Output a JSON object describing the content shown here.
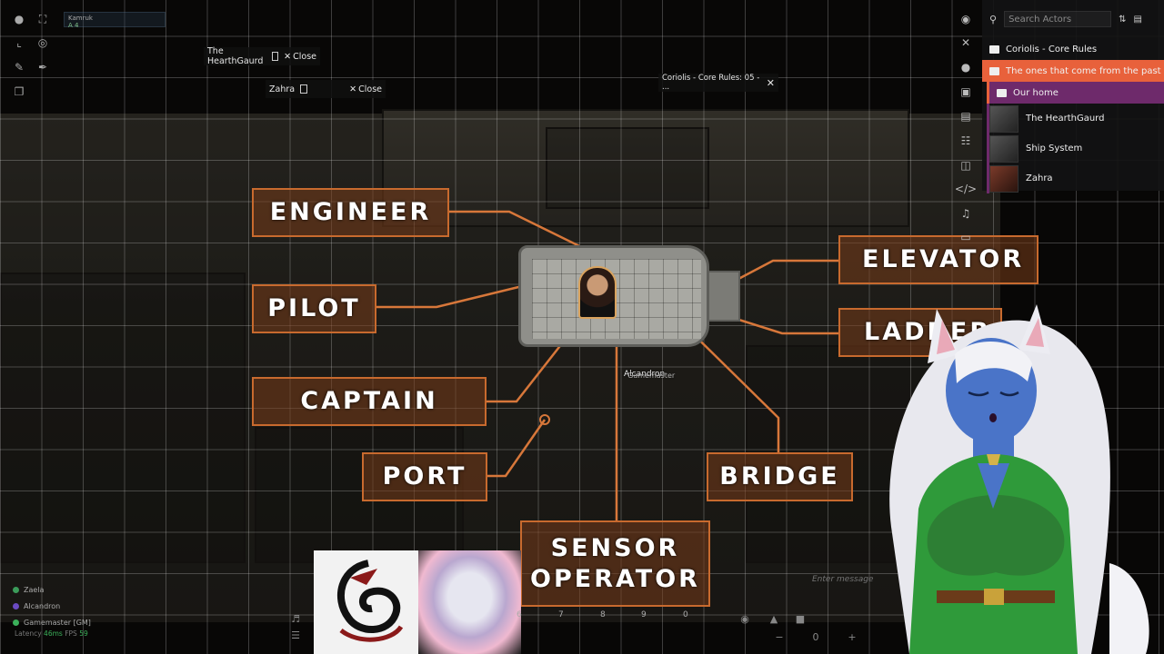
{
  "top_left": {
    "player_name": "Kamruk",
    "player_stats": "A  4"
  },
  "popouts": [
    {
      "title": "The HearthGaurd",
      "close_label": "Close"
    },
    {
      "title": "Zahra",
      "close_label": "Close"
    }
  ],
  "journal_popout": {
    "title": "Coriolis - Core Rules: 05 - ..."
  },
  "map_labels": {
    "engineer": "ENGINEER",
    "pilot": "PILOT",
    "captain": "CAPTAIN",
    "port": "PORT",
    "sensor_operator_line1": "SENSOR",
    "sensor_operator_line2": "OPERATOR",
    "bridge": "BRIDGE",
    "elevator": "ELEVATOR",
    "ladder": "LADDER"
  },
  "token": {
    "name": "Alcandron",
    "subtitle": "Gamemaster"
  },
  "sidebar": {
    "search_placeholder": "Search Actors",
    "folders": [
      {
        "name": "Coriolis - Core Rules"
      },
      {
        "name": "The ones that come from the past"
      },
      {
        "name": "Our home"
      }
    ],
    "actors": [
      {
        "name": "The HearthGaurd"
      },
      {
        "name": "Ship System"
      },
      {
        "name": "Zahra"
      }
    ]
  },
  "players": [
    {
      "name": "Zaela",
      "color": "#3b9b5a"
    },
    {
      "name": "Alcandron",
      "color": "#6a4ac2"
    },
    {
      "name": "Gamemaster [GM]",
      "color": "#3bb05a"
    }
  ],
  "performance": {
    "latency_label": "Latency",
    "latency_value": "46ms",
    "fps_label": "FPS",
    "fps_value": "59"
  },
  "hotbar": [
    "6",
    "7",
    "8",
    "9",
    "0"
  ],
  "chat": {
    "placeholder": "Enter message"
  },
  "zoom": {
    "value": "0"
  }
}
